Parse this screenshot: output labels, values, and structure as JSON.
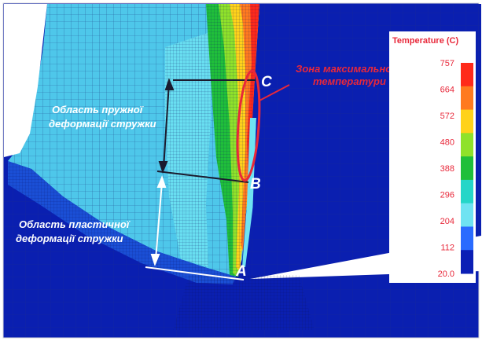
{
  "legend": {
    "title": "Temperature (C)",
    "ticks": [
      "757",
      "664",
      "572",
      "480",
      "388",
      "296",
      "204",
      "112",
      "20.0"
    ],
    "colors": [
      "#ff2a1a",
      "#ff7a1f",
      "#ffd21a",
      "#8fe22a",
      "#1fbf3a",
      "#25d6c8",
      "#6fe3f2",
      "#2a6bff",
      "#0b1fb5"
    ]
  },
  "labels": {
    "max_temp_zone_line1": "Зона максимальної",
    "max_temp_zone_line2": "температури",
    "elastic_line1": "Область пружної",
    "elastic_line2": "деформації стружки",
    "plastic_line1": "Область пластичної",
    "plastic_line2": "деформації стружки"
  },
  "points": {
    "a": "A",
    "b": "B",
    "c": "C"
  },
  "colors": {
    "background_workpiece": "#0a1fb0",
    "tool": "#ffffff",
    "annotation_red": "#e8283a",
    "bracket_line": "#1b1b2e"
  }
}
